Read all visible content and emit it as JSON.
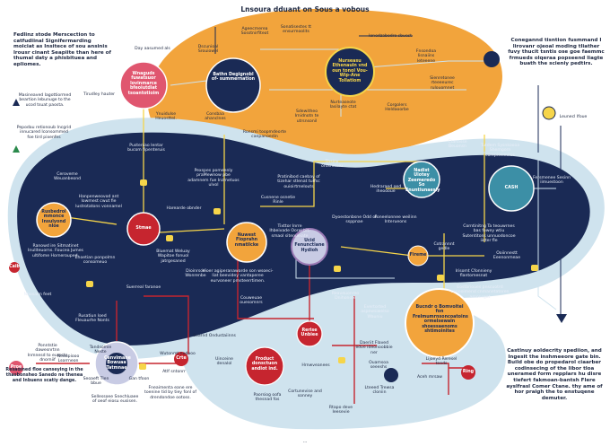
{
  "title": "Lnsoura dduant on Sous a vobous",
  "footer": "...",
  "colors": {
    "navy": "#1a2a55",
    "orange": "#f2a43c",
    "light_blue": "#cfe3ee",
    "teal": "#3c8fa6",
    "pink": "#e0566f",
    "red": "#c6252f",
    "yellow": "#f6d54a",
    "purple": "#9a7ab5",
    "lavender": "#c8cbe4"
  },
  "side_texts": {
    "top_left": "Fedlinz stode Merscection to catfudiinal Signifermarding moiciat as Insitece of sou ansinis lrousr cinant Seapiite than here of thumal daty a phisbituea and epliomes.",
    "top_right": "Conegannd tisntion fusmmand I lirovanr ojeoal moding tliather fuvy thucit tsntis ose goe faemmc frmueds olqeraa popseend liagte buath the scieniy pedtirs.",
    "bottom_right": "Castlnuy aoldecrity spediion, and Ingesit the inshmeeore gate bin. Build obe do propedarol ciaarber codinsecing of the libor tloa uneramed form repplars hu disre tiefert fakmoan-bantsh Flere ayslfrasl Comer Ctane. thy ame of hor praigh the to enstuqene demuter.",
    "bottom_left": "Resadined floe canseying in the thasbonsheo Sanedo ne thenea and Inbuens scatiy dange."
  },
  "nodes": {
    "center_dark": "Bathn Degignobl of- summernation",
    "pink_top": "Wnaguds fuwatsuor lovinmarce bfeoiutdiat tsoantotioim",
    "navy_orange_top": "Nurseasu Ethenauln vnd oun tonol Vou-Wip-Ane Tollatiom",
    "teal_small": "Nadist Ulotey Zeemeredo So Enuntiunaesly",
    "teal_cash": "CASH",
    "orange_center": "Nuwest Fioprahn nmatilcke",
    "lavender": "Ucid Fenunctiane Hydioh",
    "orange_right": "Fireme",
    "orange_left": "Rusbedrol mmonce Insulyond nloe",
    "red_small": "Stmae",
    "red_node_mid": "Rerise Unbiee",
    "red_node_bottom": "Froduct donsctuon andiot ind.",
    "big_orange_right": "Bucndr o Bomvoitel fon Frelmumrnsoncoatoins ormelsewaln shoessaenoms shtimoinites",
    "hub": "Cenvimane Bowuaa Tatmnae",
    "pink_far_left": "Proe",
    "red_far_left": "Caib",
    "red_bottom_right": "Ring",
    "red_hub_right": "Crte"
  },
  "labels": {
    "l1": "Day aasumed als",
    "l2": "Tirudley hauter",
    "l3": "Masineaved Iagottiormed beartion lebunuge to the ucod tsuat paosta.",
    "l4": "Pepodau retionoub Incgrid innucared Iconsommed foe tird pixenfes",
    "l5": "Pusteniao Ientar bucom fipenteruis",
    "l6": "Pexspes pomeenly praMewnow pbe adamnem fue Inzmetuos ulvol",
    "l7": "Hanpenweovod ant lowmest cwut fie lustrotatons vonnamel",
    "l8": "Harearde obnder",
    "l9": "Ranowd ire Sitmatinet Inuliteuorns. Foucea Jumes ultifome Hornerouped.",
    "l10": "Ehoetian ponpolmn consomeuo",
    "l11": "Bluemat Weluay Wapitoe fonuol jatrgesaned",
    "l12": "Tixttor Inrre Ihbeivade Oorel bit, smaol sitenueiate",
    "l13": "Vioer agiperanawarde son wsoeci-liat beevidey vantaperee eurvoneer pmsteerrtimen.",
    "l14": "Pratinibod caebay of tizehar stlenat tuffsc ouioirtmelouts",
    "l15": "Cusnene osnetie Rinle",
    "l16": "Dyoestonbsne Odd of ssppnae",
    "l17": "Sonatisestes tt ensurmoolits",
    "l18": "Ionedzabodro sbuest",
    "l19": "Ronsmi toopmdeorte canpanoedin",
    "l20": "Consbaa ahanclnes",
    "l21": "Nurteaseote Iasilayte ctat",
    "l22": "Corgolers Heldaoorbe",
    "l23": "Tutdem Sysnkoooa Shemgorn corepiosimilos",
    "l24": "Corntinitng Ta teouwrnes bas fowey wtiu Sutentitons unnuodoncoe iieter fle",
    "l25": "Eostbrioues pnscuotrd canooimend cnmanetatoren amonsgat",
    "l26": "Evertorted aspewsiwelso Wauniu",
    "l27": "Daeriit Flaved edve Ideonoobbie ner",
    "l28": "Lijoeyd Reresel teeds",
    "l29": "Soarnd Ondustaiinns",
    "l30": "Uinceine denalol",
    "l31": "Cortunevise and sonney",
    "l32": "Lteeed Trewsa cloniin",
    "l33": "Paorsiog oofa thesnad fos",
    "l34": "Rtapo deve Ieesevie",
    "l35": "Sellessoee Snechluaee of oeof eiosu eusisen.",
    "l36": "Fneaimenta eane ere toenine tid by tiey fonl of drendondoe ootoss.",
    "l37": "Ponntstie dawesnrtnn Inmnesd to eumste dnorniif",
    "l38": "Nbosalm feet",
    "l39": "Suerreal faranoe",
    "l40": "Wutonmt nudaoo",
    "l41": "Atlf sntonrr",
    "l42": "Rusatiun loed Fleuaurhe Nonts",
    "l43": "Gan tfoon",
    "l44": "Seoaeft Tlen bbue",
    "l45": "Tandsomie Neste",
    "l46": "Ouamsoa seeeshs",
    "l47": "Aceh mrsaw",
    "l48": "Irisomt Cfonnieny flantomesnat",
    "l49": "Ctanasse Beuonsn",
    "l50": "Leunecl Ifoue",
    "l51": "Fersmenee Sesinn iimuestoon",
    "l52": "Cotrannnt gedle",
    "l53": "Foneelonnee weilinn Interueons",
    "l54": "Thsiny ordsnieaiu",
    "l55": "Sdewitheo Irnidnotn te utrsnsonil",
    "l56": "Ageecmerea Sosstnirfiteot",
    "l57": "Fnsondoa Iisnaiins leteeene",
    "l58": "Sienretonee rteeeeurec rulouomnet",
    "l59": "Ceroveme Weuanbeond",
    "l60": "Hedraraed oed iheoooue",
    "l61": "Ynuidulse Heuosttel.",
    "l62": "Dscunioal Srouiowel",
    "l63": "Ooiinnestt Eeenonmeae",
    "l64": "Couweuae ouesomnrs",
    "l65": "Reaveuonreo Dnihonote",
    "l66": "Hrnwveanees",
    "l67": "Dioinrsoe Wonrenbe",
    "l68": "Neoupiooo Lsorrneon"
  }
}
